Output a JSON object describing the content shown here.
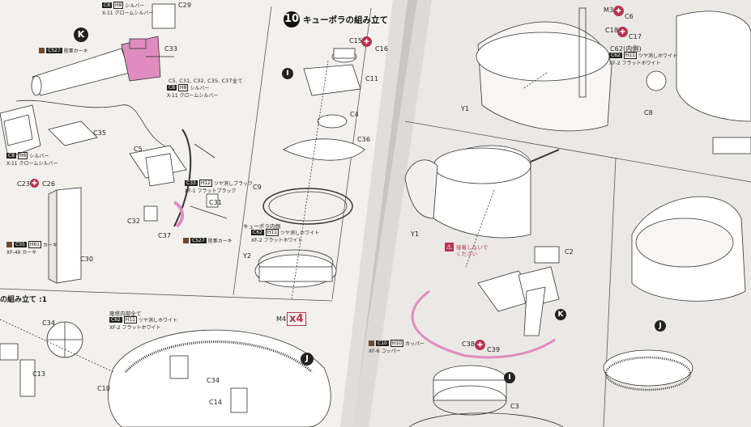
{
  "colors": {
    "paper_left": "#f3f1ee",
    "paper_right": "#ebe9e6",
    "accent_pink": "#b8344f",
    "part_pink": "#e08cc0",
    "ink": "#222222",
    "chip_brown": "#6b4a30"
  },
  "left_page": {
    "markers": {
      "k": "K",
      "i": "I",
      "j": "J"
    },
    "step10": {
      "number": "10",
      "title": "キューポラの組み立て"
    },
    "section_title": "の組み立て :1",
    "parts": {
      "c29": "C29",
      "c33": "C33",
      "c35": "C35",
      "c5": "C5",
      "c23": "C23",
      "c26": "C26",
      "c30": "C30",
      "c32": "C32",
      "c37": "C37",
      "c31": "C31",
      "c15": "C15",
      "c16": "C16",
      "c11": "C11",
      "c4": "C4",
      "c36": "C36",
      "c9": "C9",
      "y2": "Y2",
      "m4": "M4",
      "x4": "x4",
      "c34": "C34",
      "c13": "C13",
      "c10": "C10",
      "c14": "C14"
    },
    "list_note": "C5, C31, C32, C35, C37全て",
    "paints": {
      "p1": {
        "code": "C527",
        "text": "陸軍カーキ"
      },
      "p2": {
        "code": "C8",
        "num": "H8",
        "name": "シルバー",
        "sub": "X-11 クロームシルバー"
      },
      "p3": {
        "code": "C8",
        "num": "H8",
        "name": "シルバー",
        "sub": "X-11 クロームシルバー"
      },
      "p4": {
        "code": "C33",
        "num": "H12",
        "name": "ツヤ消しブラック",
        "sub": "XF-1 フラットブラック"
      },
      "p5": {
        "code": "C8",
        "num": "H8",
        "name": "シルバー",
        "sub": "X-11 クロームシルバー"
      },
      "p6": {
        "code": "C527",
        "text": "陸軍カーキ"
      },
      "p7": {
        "code": "C55",
        "num": "H61",
        "name": "カーキ",
        "sub": "XF-49 カーキ"
      },
      "p8": {
        "code": "C62",
        "num": "H11",
        "name": "ツヤ消しホワイト",
        "sub": "XF-2 フラットホワイト"
      },
      "p9": {
        "code": "C62",
        "num": "H11",
        "name": "ツヤ消しホワイト",
        "sub": "XF-2 フラットホワイト"
      }
    },
    "inner_note": "キューポラ内側",
    "room_note": "砲塔内部全て"
  },
  "right_page": {
    "markers": {
      "k": "K",
      "i": "I",
      "j": "J"
    },
    "parts": {
      "m3": "M3",
      "c6": "C6",
      "c18": "C18",
      "c17": "C17",
      "c62": "C62(内側)",
      "c8": "C8",
      "y1a": "Y1",
      "y1b": "Y1",
      "c2": "C2",
      "c38": "C38",
      "c39": "C39",
      "c3": "C3"
    },
    "warn": "接着しないでください",
    "paints": {
      "p1": {
        "code": "C62",
        "num": "H11",
        "name": "ツヤ消しホワイト",
        "sub": "XF-2 フラットホワイト"
      },
      "p2": {
        "code": "C10",
        "num": "H10",
        "name": "カッパー",
        "sub": "XF-6 コッパー"
      }
    }
  }
}
